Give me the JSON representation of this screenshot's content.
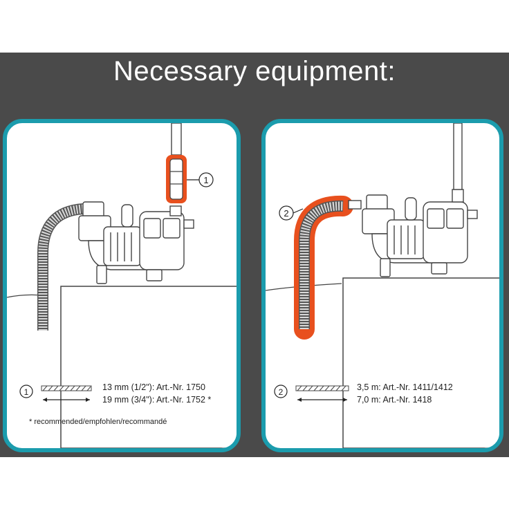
{
  "title": "Necessary equipment:",
  "panel_left": {
    "marker": "1",
    "hose_options": [
      "13 mm (1/2\"): Art.-Nr. 1750",
      "19 mm (3/4\"): Art.-Nr. 1752 *"
    ],
    "footnote": "* recommended/empfohlen/recommandé"
  },
  "panel_right": {
    "marker": "2",
    "hose_options": [
      "3,5 m: Art.-Nr. 1411/1412",
      "7,0 m: Art.-Nr. 1418"
    ]
  },
  "colors": {
    "background_band": "#4a4a4a",
    "panel_border": "#1b9cad",
    "highlight": "#e8501e"
  }
}
